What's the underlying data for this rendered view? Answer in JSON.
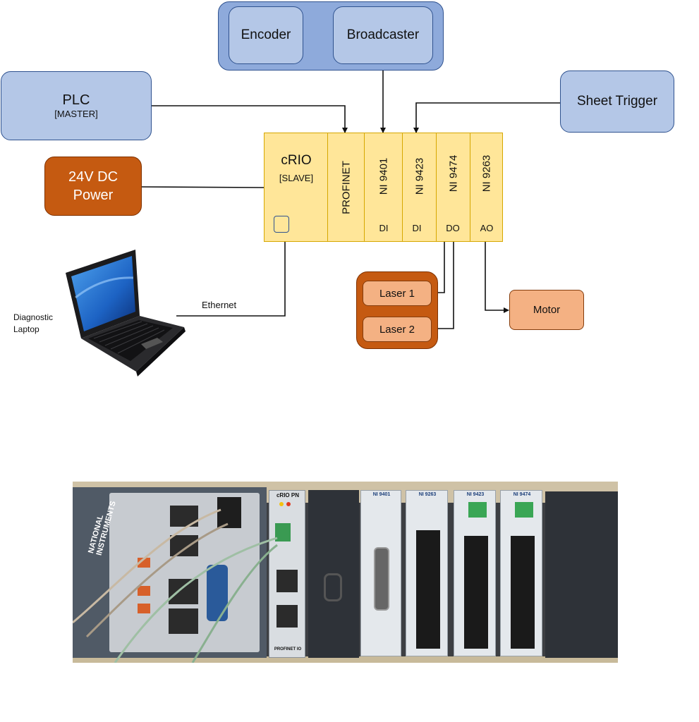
{
  "diagram": {
    "encoder": "Encoder",
    "broadcaster": "Broadcaster",
    "plc": {
      "title": "PLC",
      "role": "[MASTER]"
    },
    "sheet_trigger": "Sheet Trigger",
    "power": {
      "line1": "24V DC",
      "line2": "Power"
    },
    "crio": {
      "title": "cRIO",
      "role": "[SLAVE]"
    },
    "modules": [
      {
        "name": "PROFINET",
        "type": ""
      },
      {
        "name": "NI 9401",
        "type": "DI"
      },
      {
        "name": "NI 9423",
        "type": "DI"
      },
      {
        "name": "NI 9474",
        "type": "DO"
      },
      {
        "name": "NI 9263",
        "type": "AO"
      }
    ],
    "laser1": "Laser 1",
    "laser2": "Laser 2",
    "motor": "Motor",
    "laptop": {
      "line1": "Diagnostic",
      "line2": "Laptop"
    },
    "ethernet": "Ethernet"
  },
  "photo": {
    "brand_line1": "NATIONAL",
    "brand_line2": "INSTRUMENTS",
    "controller_label": "cRIO PN",
    "controller_footer": "PROFINET IO",
    "module_labels": [
      "NI 9401",
      "NI 9263",
      "NI 9423",
      "NI 9474"
    ]
  }
}
